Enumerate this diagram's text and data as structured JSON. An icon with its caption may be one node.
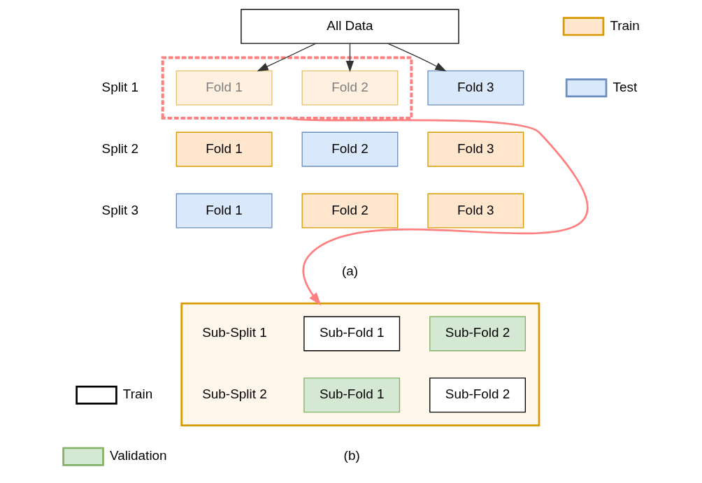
{
  "diagram": {
    "nodes": [
      {
        "text": [
          "All Data"
        ]
      },
      {
        "text": [],
        "shape": "box"
      },
      {
        "text": [
          "Fold 1"
        ],
        "in": 1
      },
      {
        "text": [
          "Fold 2"
        ],
        "in": 1
      },
      {
        "text": [
          "Fold 3"
        ]
      },
      {
        "text": [
          "Fold 1"
        ]
      },
      {
        "text": [
          "Fold 2"
        ]
      },
      {
        "text": [
          "Fold 3"
        ]
      },
      {
        "text": [
          "Fold 1"
        ]
      },
      {
        "text": [
          "Fold 2"
        ]
      },
      {
        "text": [
          "Fold 3"
        ]
      },
      {
        "text": [],
        "shape": "box"
      },
      {
        "text": [
          "Sub-Fold 1"
        ],
        "in": 11
      },
      {
        "text": [
          "Sub-Fold 2"
        ],
        "in": 11
      },
      {
        "text": [
          "Sub-Fold 1"
        ],
        "in": 11
      },
      {
        "text": [
          "Sub-Fold 2"
        ],
        "in": 11
      }
    ],
    "edges": [
      {
        "from": 0,
        "to": 2,
        "arrow": "to"
      },
      {
        "from": 0,
        "to": 3,
        "arrow": "to"
      },
      {
        "from": 0,
        "to": 4,
        "arrow": "to"
      },
      {
        "from": 1,
        "to": 11,
        "arrow": "to",
        "color": "#ff8080"
      }
    ],
    "labels": [
      "Split 1",
      "Split 2",
      "Split 3",
      "(a)",
      "Sub-Split 1",
      "Sub-Split 2",
      "(b)"
    ],
    "legend": [
      {
        "text": "Train",
        "color": "#ffe6cc"
      },
      {
        "text": "Test",
        "color": "#dae8fc"
      },
      {
        "text": "Train",
        "color": "#ffffff"
      },
      {
        "text": "Validation",
        "color": "#d5e8d4"
      }
    ]
  }
}
